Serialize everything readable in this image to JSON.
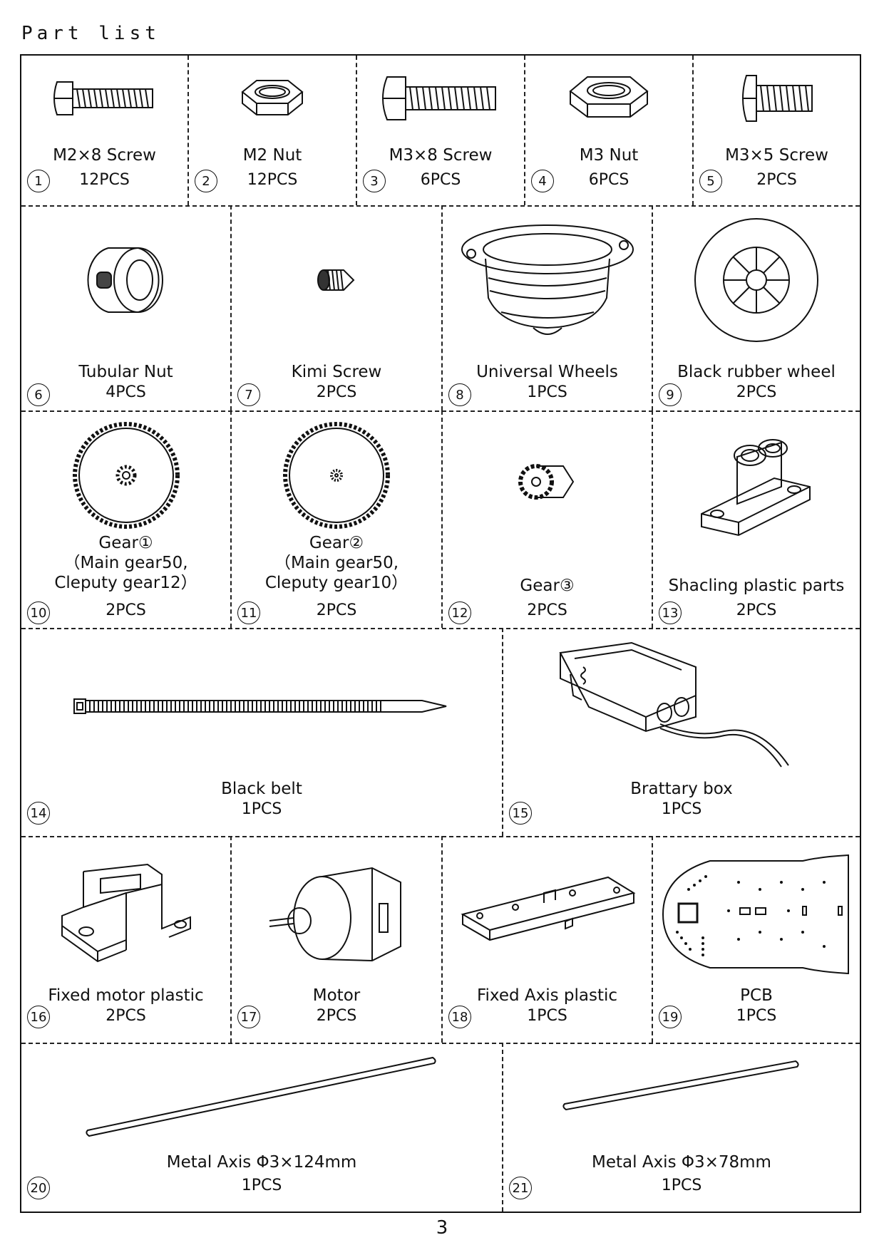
{
  "page_title": "Part list",
  "page_number": "3",
  "parts": [
    {
      "n": "1",
      "name": "M2×8 Screw",
      "qty": "12PCS",
      "icon": "screw-icon"
    },
    {
      "n": "2",
      "name": "M2 Nut",
      "qty": "12PCS",
      "icon": "nut-icon"
    },
    {
      "n": "3",
      "name": "M3×8 Screw",
      "qty": "6PCS",
      "icon": "screw-icon"
    },
    {
      "n": "4",
      "name": "M3 Nut",
      "qty": "6PCS",
      "icon": "nut-icon"
    },
    {
      "n": "5",
      "name": "M3×5 Screw",
      "qty": "2PCS",
      "icon": "screw-icon"
    },
    {
      "n": "6",
      "name": "Tubular Nut",
      "qty": "4PCS",
      "icon": "tubular-nut-icon"
    },
    {
      "n": "7",
      "name": "Kimi Screw",
      "qty": "2PCS",
      "icon": "set-screw-icon"
    },
    {
      "n": "8",
      "name": "Universal Wheels",
      "qty": "1PCS",
      "icon": "caster-wheel-icon"
    },
    {
      "n": "9",
      "name": "Black rubber wheel",
      "qty": "2PCS",
      "icon": "rubber-wheel-icon"
    },
    {
      "n": "10",
      "name": "Gear①\n（Main gear50,\nCleputy gear12）",
      "qty": "2PCS",
      "icon": "gear-icon"
    },
    {
      "n": "11",
      "name": "Gear②\n（Main gear50,\nCleputy gear10）",
      "qty": "2PCS",
      "icon": "gear-icon"
    },
    {
      "n": "12",
      "name": "Gear③",
      "qty": "2PCS",
      "icon": "small-gear-icon"
    },
    {
      "n": "13",
      "name": "Shacling plastic parts",
      "qty": "2PCS",
      "icon": "plastic-bracket-icon"
    },
    {
      "n": "14",
      "name": "Black belt",
      "qty": "1PCS",
      "icon": "cable-tie-icon"
    },
    {
      "n": "15",
      "name": "Brattary box",
      "qty": "1PCS",
      "icon": "battery-box-icon"
    },
    {
      "n": "16",
      "name": "Fixed motor plastic",
      "qty": "2PCS",
      "icon": "motor-mount-icon"
    },
    {
      "n": "17",
      "name": "Motor",
      "qty": "2PCS",
      "icon": "motor-icon"
    },
    {
      "n": "18",
      "name": "Fixed Axis plastic",
      "qty": "1PCS",
      "icon": "axis-holder-icon"
    },
    {
      "n": "19",
      "name": "PCB",
      "qty": "1PCS",
      "icon": "pcb-icon"
    },
    {
      "n": "20",
      "name": "Metal Axis  Φ3×124mm",
      "qty": "1PCS",
      "icon": "metal-rod-icon"
    },
    {
      "n": "21",
      "name": "Metal Axis  Φ3×78mm",
      "qty": "1PCS",
      "icon": "metal-rod-icon"
    }
  ]
}
